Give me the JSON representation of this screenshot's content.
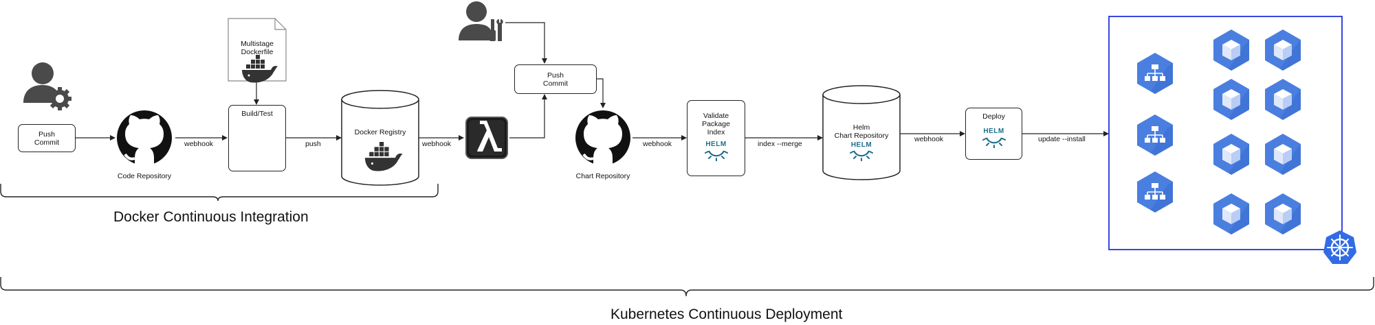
{
  "nodes": {
    "push_commit_1": "Push\nCommit",
    "code_repository": "Code Repository",
    "multistage_dockerfile": "Multistage\nDockerfile",
    "build_test": "Build/Test",
    "docker_registry": "Docker Registry",
    "push_commit_2": "Push\nCommit",
    "chart_repository": "Chart Repository",
    "validate_package_index": "Validate\nPackage\nIndex",
    "helm_chart_repository": "Helm\nChart Repository",
    "deploy": "Deploy",
    "helm_logo_text": "HELM"
  },
  "edges": {
    "webhook_1": "webhook",
    "push": "push",
    "webhook_2": "webhook",
    "webhook_3": "webhook",
    "index_merge": "index --merge",
    "webhook_4": "webhook",
    "update_install": "update --install"
  },
  "groups": {
    "docker_ci": "Docker Continuous Integration",
    "k8s_cd": "Kubernetes Continuous Deployment"
  },
  "icons": {
    "user_gear": "user-gear-icon",
    "user_wrench": "user-wrench-icon",
    "github": "github-icon",
    "docker": "docker-whale-icon",
    "lambda": "aws-lambda-icon",
    "helm": "helm-wheel-icon",
    "k8s": "kubernetes-icon",
    "service": "gcp-service-hexagon-icon",
    "pod": "gcp-pod-cube-icon"
  },
  "colors": {
    "hex_blue": "#4a7fe0",
    "k8s_border": "#2233dd",
    "helm_teal": "#1f6f8b"
  }
}
